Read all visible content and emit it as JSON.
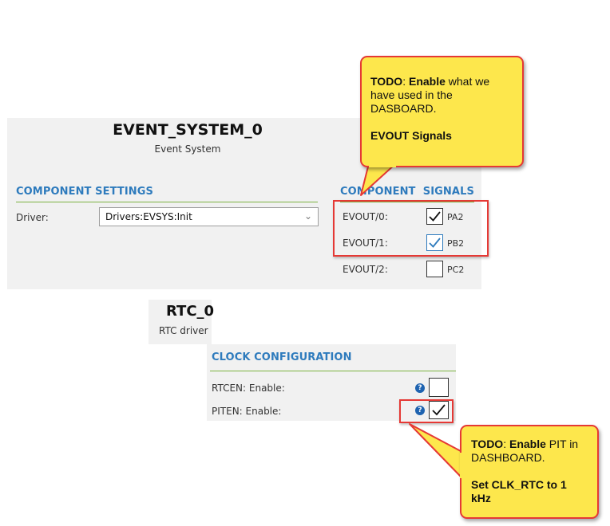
{
  "event_system": {
    "title": "EVENT_SYSTEM_0",
    "subtitle": "Event System",
    "component_settings_header": "COMPONENT SETTINGS",
    "component_signals_header": "COMPONENT  SIGNALS",
    "driver_label": "Driver:",
    "driver_value": "Drivers:EVSYS:Init",
    "signals": [
      {
        "label": "EVOUT/0:",
        "checked": true,
        "pin": "PA2"
      },
      {
        "label": "EVOUT/1:",
        "checked": true,
        "pin": "PB2"
      },
      {
        "label": "EVOUT/2:",
        "checked": false,
        "pin": "PC2"
      }
    ]
  },
  "rtc": {
    "title": "RTC_0",
    "subtitle": "RTC driver",
    "clock_config_header": "CLOCK CONFIGURATION",
    "rtcen_label": "RTCEN: Enable:",
    "rtcen_checked": false,
    "piten_label": "PITEN: Enable:",
    "piten_checked": true,
    "help_glyph": "?"
  },
  "callout_top": {
    "line1_bold": "TODO",
    "line1_rest": ": ",
    "line1_bold2": "Enable",
    "line1_rest2": " what we have used in the DASBOARD.",
    "line2_bold": "EVOUT Signals"
  },
  "callout_bottom": {
    "line1_bold": "TODO",
    "line1_rest": ": ",
    "line1_bold2": "Enable",
    "line1_rest2": " PIT in DASHBOARD.",
    "line2_bold": "Set CLK_RTC to 1 kHz"
  },
  "colors": {
    "header_blue": "#2e7bbd",
    "divider_green": "#7cb342",
    "highlight_red": "#e53935",
    "callout_yellow": "#fde74c",
    "panel_gray": "#f1f1f1"
  }
}
